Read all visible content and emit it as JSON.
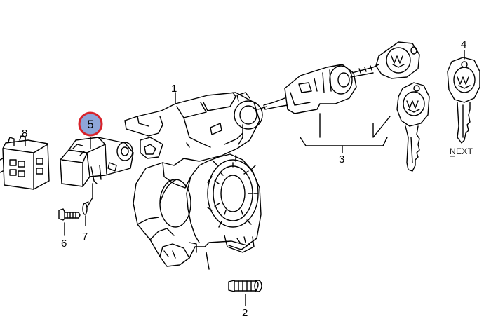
{
  "diagram": {
    "callouts": {
      "p1": "1",
      "p2": "2",
      "p3": "3",
      "p4": "4",
      "p5": "5",
      "p6": "6",
      "p7": "7",
      "p8": "8"
    },
    "highlighted_part": "5",
    "highlight_colors": {
      "fill": "#8ea6d9",
      "ring": "#d8222a"
    }
  },
  "navigation": {
    "next_label": "NEXT"
  }
}
